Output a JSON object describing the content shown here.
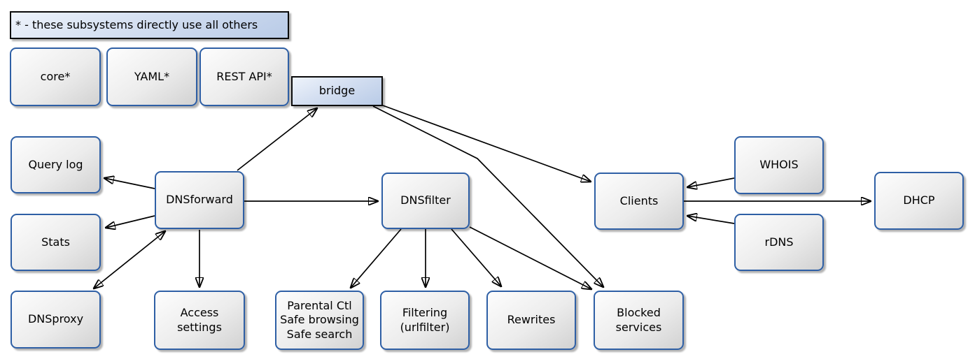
{
  "diagram": {
    "legend_label": "* - these subsystems directly use all others",
    "nodes": {
      "core": {
        "label": "core*"
      },
      "yaml": {
        "label": "YAML*"
      },
      "restapi": {
        "label": "REST API*"
      },
      "bridge": {
        "label": "bridge"
      },
      "querylog": {
        "label": "Query log"
      },
      "stats": {
        "label": "Stats"
      },
      "dnsproxy": {
        "label": "DNSproxy"
      },
      "dnsforward": {
        "label": "DNSforward"
      },
      "access": {
        "label": "Access\nsettings"
      },
      "dnsfilter": {
        "label": "DNSfilter"
      },
      "parental": {
        "label": "Parental Ctl\nSafe browsing\nSafe search"
      },
      "filtering": {
        "label": "Filtering\n(urlfilter)"
      },
      "rewrites": {
        "label": "Rewrites"
      },
      "blocked": {
        "label": "Blocked\nservices"
      },
      "clients": {
        "label": "Clients"
      },
      "whois": {
        "label": "WHOIS"
      },
      "rdns": {
        "label": "rDNS"
      },
      "dhcp": {
        "label": "DHCP"
      }
    },
    "edges": [
      {
        "from": "DNSforward",
        "to": "Query log",
        "bidirectional": false
      },
      {
        "from": "DNSforward",
        "to": "Stats",
        "bidirectional": false
      },
      {
        "from": "DNSforward",
        "to": "DNSproxy",
        "bidirectional": true
      },
      {
        "from": "DNSforward",
        "to": "bridge",
        "bidirectional": false
      },
      {
        "from": "DNSforward",
        "to": "DNSfilter",
        "bidirectional": false
      },
      {
        "from": "DNSforward",
        "to": "Access settings",
        "bidirectional": false
      },
      {
        "from": "DNSfilter",
        "to": "Parental Ctl Safe browsing Safe search",
        "bidirectional": false
      },
      {
        "from": "DNSfilter",
        "to": "Filtering (urlfilter)",
        "bidirectional": false
      },
      {
        "from": "DNSfilter",
        "to": "Rewrites",
        "bidirectional": false
      },
      {
        "from": "DNSfilter",
        "to": "Blocked services",
        "bidirectional": false
      },
      {
        "from": "bridge",
        "to": "Clients",
        "bidirectional": false
      },
      {
        "from": "bridge",
        "to": "Blocked services",
        "bidirectional": false
      },
      {
        "from": "WHOIS",
        "to": "Clients",
        "bidirectional": false
      },
      {
        "from": "rDNS",
        "to": "Clients",
        "bidirectional": false
      },
      {
        "from": "Clients",
        "to": "DHCP",
        "bidirectional": false
      }
    ],
    "colors": {
      "box_border": "#2e5fa5",
      "box_fill": "#ececec",
      "blue_fill": "#c9d8ee",
      "edge": "#000000",
      "background": "#ffffff"
    }
  }
}
